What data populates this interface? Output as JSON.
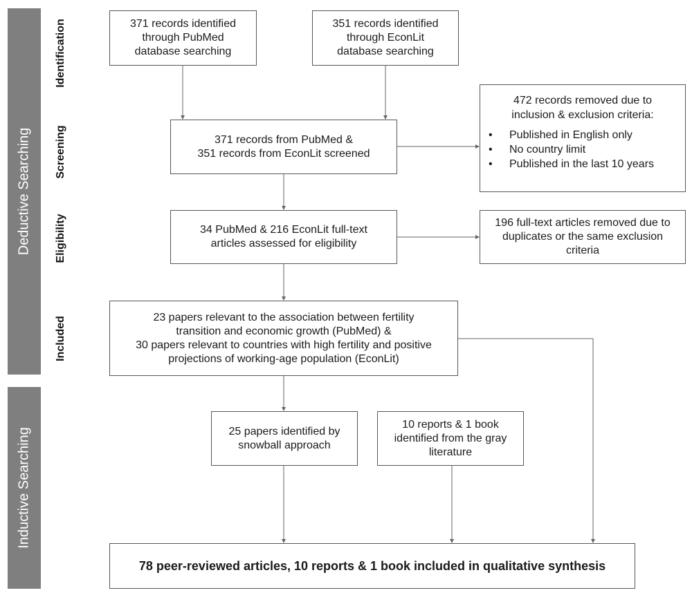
{
  "phases": {
    "deductive": "Deductive Searching",
    "inductive": "Inductive Searching"
  },
  "stages": {
    "identification": "Identification",
    "screening": "Screening",
    "eligibility": "Eligibility",
    "included": "Included"
  },
  "boxes": {
    "pubmed_identified": "371 records identified\nthrough PubMed\ndatabase searching",
    "econlit_identified": "351 records identified\nthrough EconLit\ndatabase searching",
    "screened": "371 records from PubMed &\n351 records from EconLit screened",
    "removed_criteria": {
      "heading": "472 records removed due to\ninclusion & exclusion criteria:",
      "items": [
        {
          "bullet": "•",
          "text": "Published in English only"
        },
        {
          "bullet": "•",
          "text": "No country limit"
        },
        {
          "bullet": "•",
          "text": "Published in the last 10 years"
        }
      ]
    },
    "eligibility": "34 PubMed & 216 EconLit full-text\narticles assessed for eligibility",
    "removed_duplicates": "196 full-text articles removed due to\nduplicates or the same exclusion\ncriteria",
    "included": "23 papers relevant to the association between fertility\ntransition and economic growth (PubMed) &\n30 papers relevant to countries with high fertility and positive\nprojections of working-age population (EconLit)",
    "snowball": "25 papers identified by\nsnowball approach",
    "gray_literature": "10 reports & 1 book\nidentified from the gray\nliterature",
    "final": "78 peer-reviewed articles, 10 reports & 1 book included in qualitative synthesis"
  },
  "colors": {
    "sidebar": "#7f7f7f",
    "border": "#555555",
    "connector": "#666666"
  }
}
